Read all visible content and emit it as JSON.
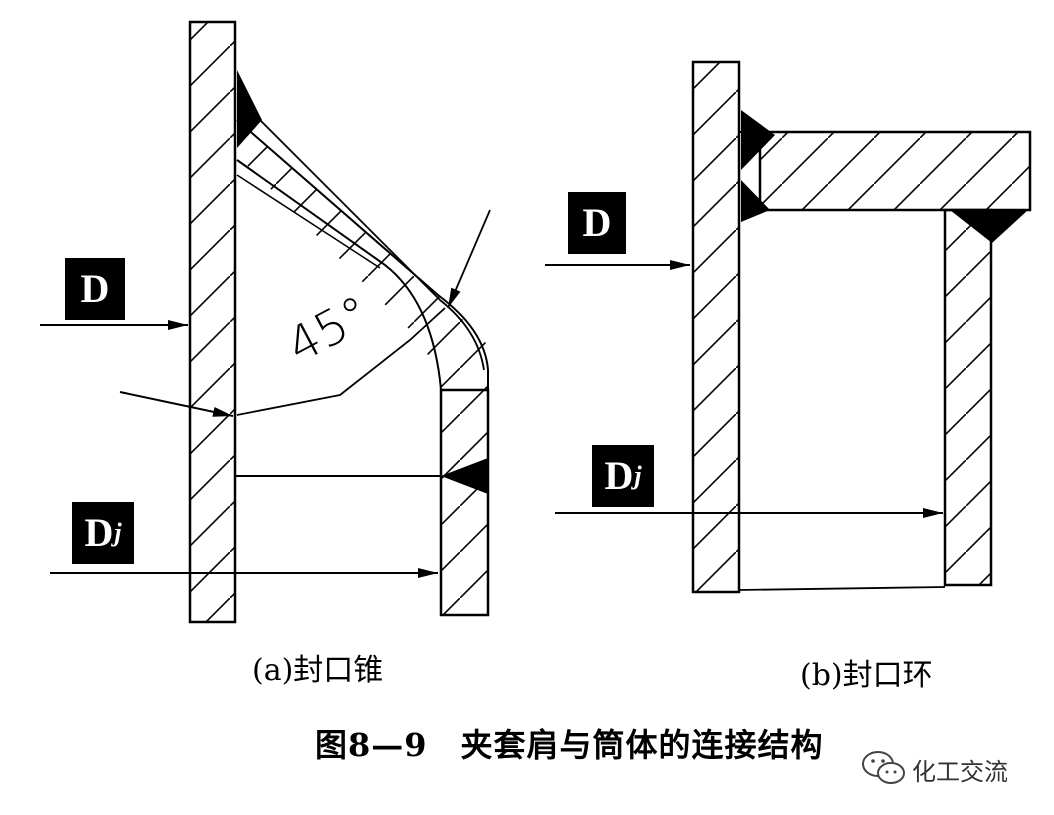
{
  "diagram_a": {
    "label_d": "D",
    "label_di_main": "D",
    "label_di_sub": "j",
    "angle": "45°",
    "caption": "(a)封口锥"
  },
  "diagram_b": {
    "label_d": "D",
    "label_di_main": "D",
    "label_di_sub": "j",
    "caption": "(b)封口环"
  },
  "figure_title": "图8—9　夹套肩与筒体的连接结构",
  "watermark": {
    "text": "化工交流",
    "icon": "wechat-icon"
  },
  "colors": {
    "ink": "#000000",
    "background": "#ffffff"
  }
}
